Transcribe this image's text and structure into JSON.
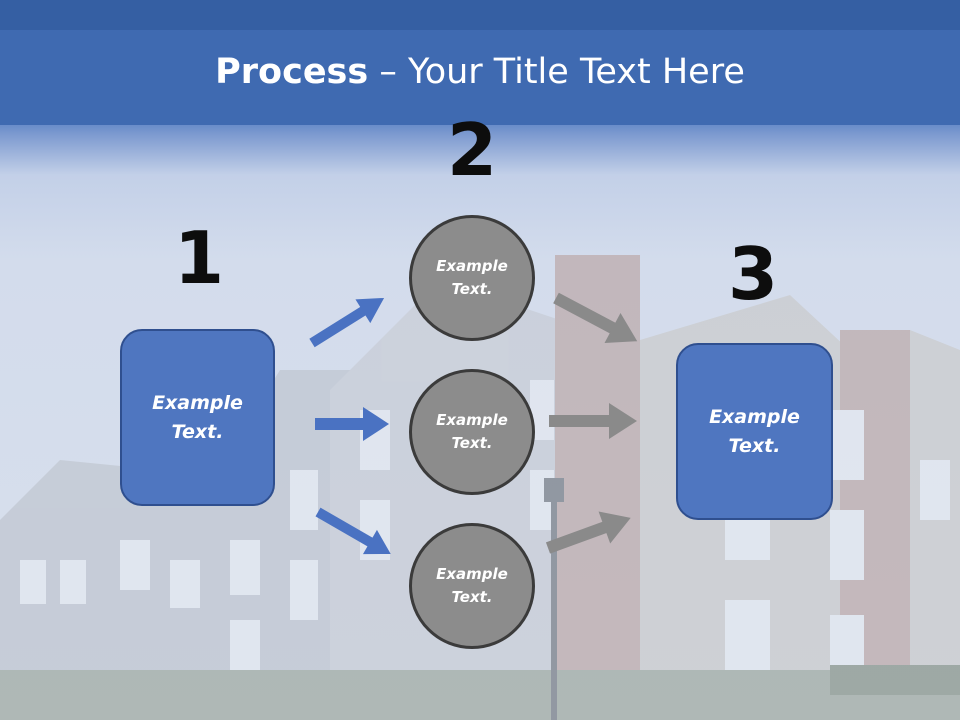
{
  "title": {
    "bold": "Process",
    "rest": " – Your Title Text Here"
  },
  "steps": {
    "one": {
      "number": "1",
      "line1": "Example",
      "line2": "Text."
    },
    "two_top": {
      "number": "2",
      "line1": "Example",
      "line2": "Text."
    },
    "two_mid": {
      "line1": "Example",
      "line2": "Text."
    },
    "two_bot": {
      "line1": "Example",
      "line2": "Text."
    },
    "three": {
      "number": "3",
      "line1": "Example",
      "line2": "Text."
    }
  },
  "colors": {
    "blue_box": "#4f76c0",
    "grey_circle": "#8c8c8c",
    "blue_arrow": "#4a72c2",
    "grey_arrow": "#8a8a8a",
    "header": "#3f6ab1"
  }
}
